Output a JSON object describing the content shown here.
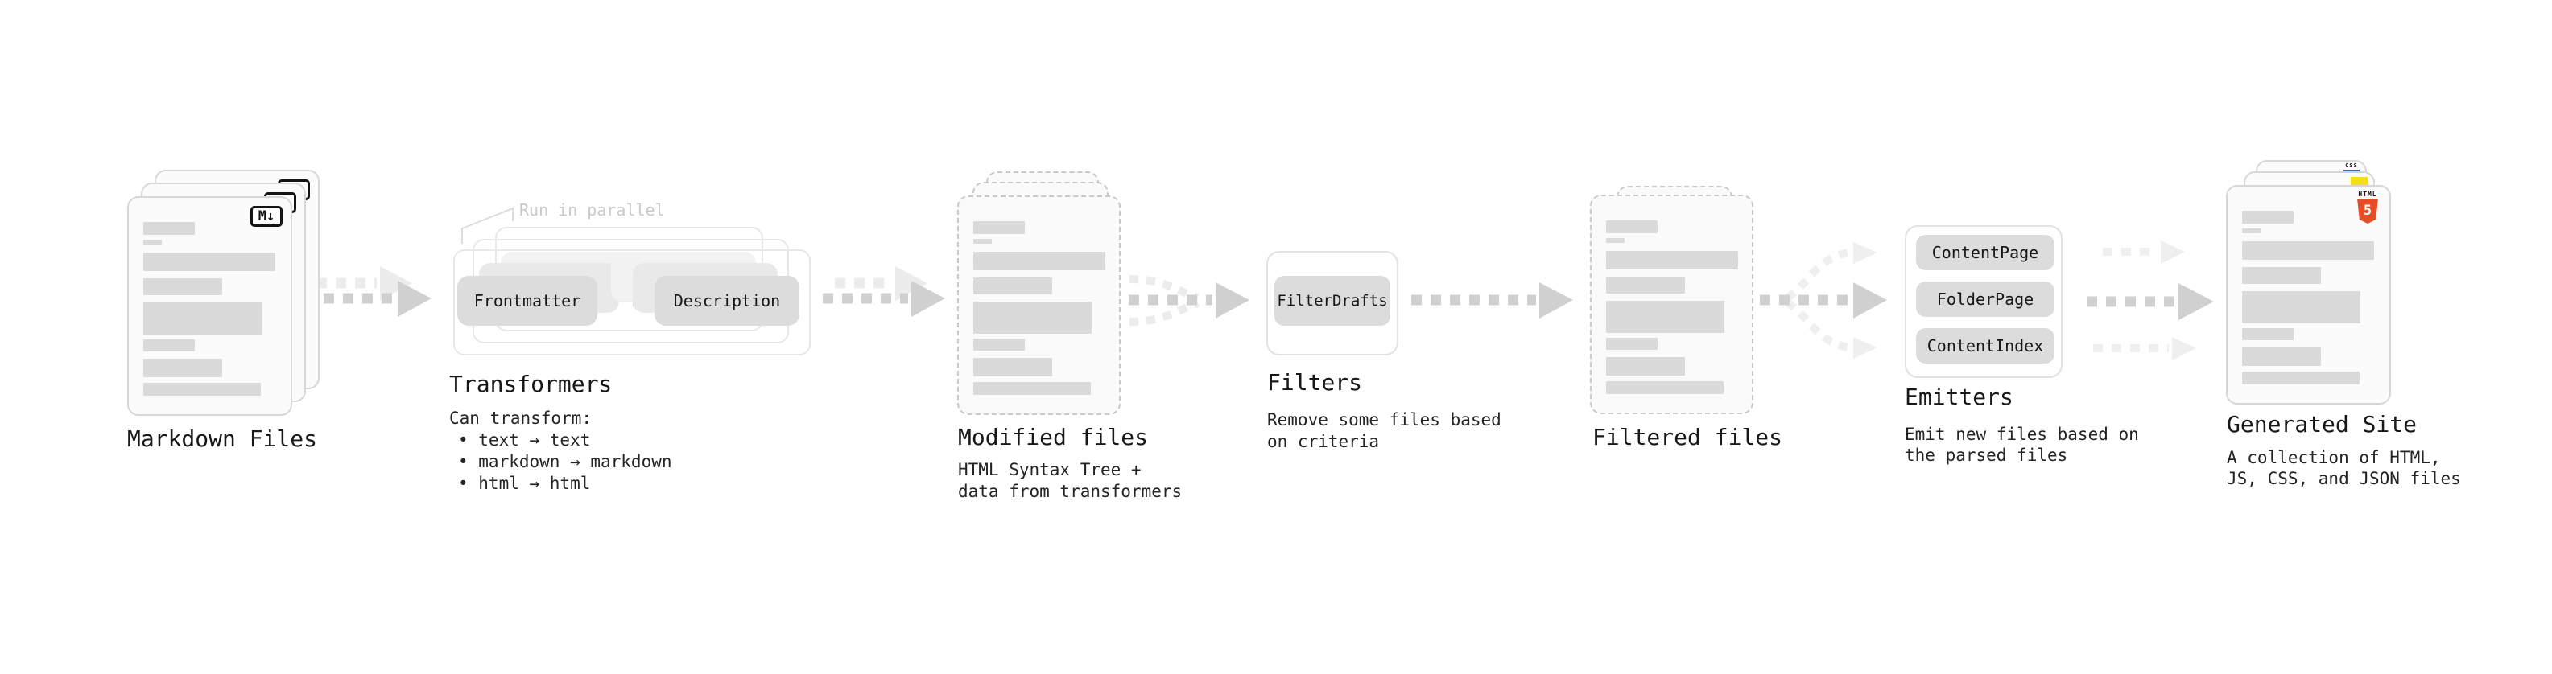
{
  "diagram": {
    "markdown_files": {
      "title": "Markdown Files",
      "badge": "M↓"
    },
    "transformers": {
      "title": "Transformers",
      "run_label": "Run in parallel",
      "pill_left": "Frontmatter",
      "pill_right": "Description",
      "desc_heading": "Can transform:",
      "bullets": [
        "• text → text",
        "• markdown → markdown",
        "• html → html"
      ]
    },
    "modified_files": {
      "title": "Modified files",
      "subtitle_lines": [
        "HTML Syntax Tree +",
        "data from transformers"
      ]
    },
    "filters": {
      "title": "Filters",
      "pill": "FilterDrafts",
      "subtitle_lines": [
        "Remove some files based",
        "on criteria"
      ]
    },
    "filtered_files": {
      "title": "Filtered files"
    },
    "emitters": {
      "title": "Emitters",
      "pills": [
        "ContentPage",
        "FolderPage",
        "ContentIndex"
      ],
      "subtitle_lines": [
        "Emit new files based on",
        "the parsed files"
      ]
    },
    "generated_site": {
      "title": "Generated Site",
      "subtitle_lines": [
        "A collection of HTML,",
        "JS, CSS, and JSON files"
      ],
      "html5_badge": {
        "word": "HTML",
        "number": "5"
      },
      "css_badge": "CSS"
    },
    "colors": {
      "markdown_badge": "#141414",
      "html5_orange": "#e44d26",
      "js_yellow": "#f5de19",
      "css_blue": "#2965f1",
      "arrow_dark": "#d0d0d0",
      "arrow_light": "#ececec",
      "placeholder_bar": "#dadada"
    }
  }
}
